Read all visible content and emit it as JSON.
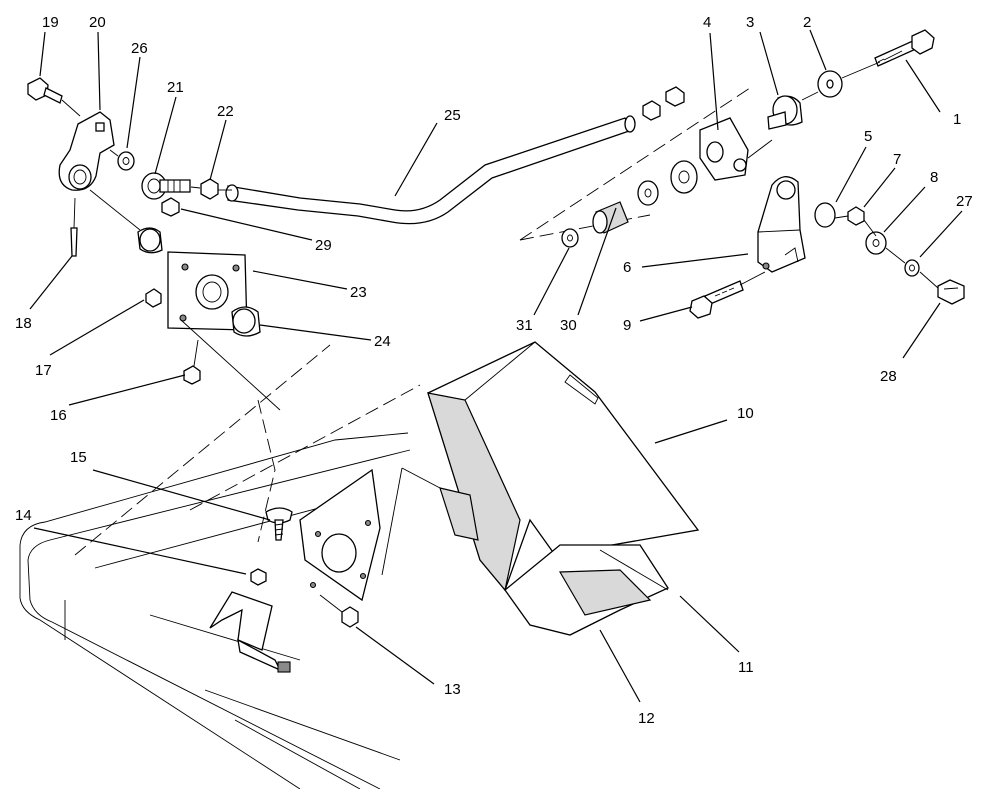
{
  "diagram": {
    "callouts": [
      {
        "id": "c1",
        "label": "1"
      },
      {
        "id": "c2",
        "label": "2"
      },
      {
        "id": "c3",
        "label": "3"
      },
      {
        "id": "c4",
        "label": "4"
      },
      {
        "id": "c5",
        "label": "5"
      },
      {
        "id": "c6",
        "label": "6"
      },
      {
        "id": "c7",
        "label": "7"
      },
      {
        "id": "c8",
        "label": "8"
      },
      {
        "id": "c9",
        "label": "9"
      },
      {
        "id": "c10",
        "label": "10"
      },
      {
        "id": "c11",
        "label": "11"
      },
      {
        "id": "c12",
        "label": "12"
      },
      {
        "id": "c13",
        "label": "13"
      },
      {
        "id": "c14",
        "label": "14"
      },
      {
        "id": "c15",
        "label": "15"
      },
      {
        "id": "c16",
        "label": "16"
      },
      {
        "id": "c17",
        "label": "17"
      },
      {
        "id": "c18",
        "label": "18"
      },
      {
        "id": "c19",
        "label": "19"
      },
      {
        "id": "c20",
        "label": "20"
      },
      {
        "id": "c21",
        "label": "21"
      },
      {
        "id": "c22",
        "label": "22"
      },
      {
        "id": "c23",
        "label": "23"
      },
      {
        "id": "c24",
        "label": "24"
      },
      {
        "id": "c25",
        "label": "25"
      },
      {
        "id": "c26",
        "label": "26"
      },
      {
        "id": "c27",
        "label": "27"
      },
      {
        "id": "c28",
        "label": "28"
      },
      {
        "id": "c29",
        "label": "29"
      },
      {
        "id": "c30",
        "label": "30"
      },
      {
        "id": "c31",
        "label": "31"
      }
    ]
  }
}
